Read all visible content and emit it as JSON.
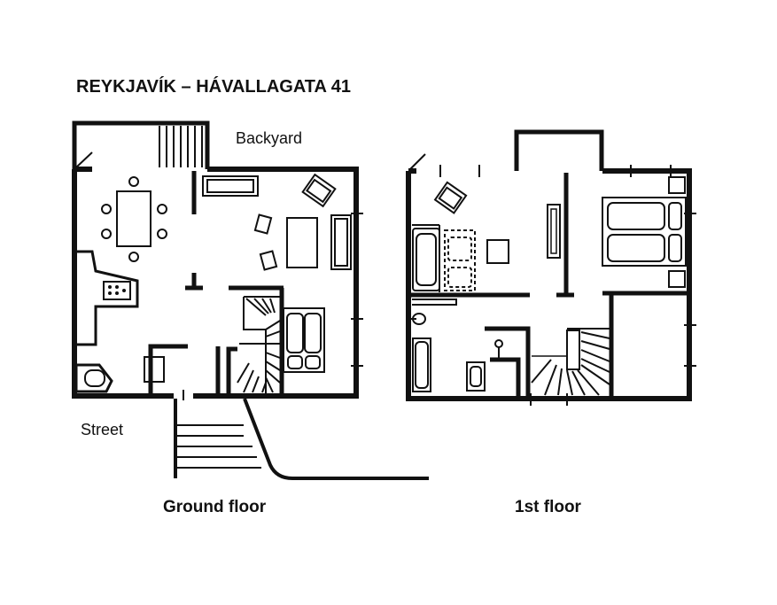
{
  "title": "REYKJAVÍK – HÁVALLAGATA 41",
  "labels": {
    "backyard": "Backyard",
    "street": "Street"
  },
  "floors": {
    "ground": "Ground floor",
    "first": "1st floor"
  },
  "colors": {
    "line": "#111111",
    "background": "#ffffff"
  }
}
